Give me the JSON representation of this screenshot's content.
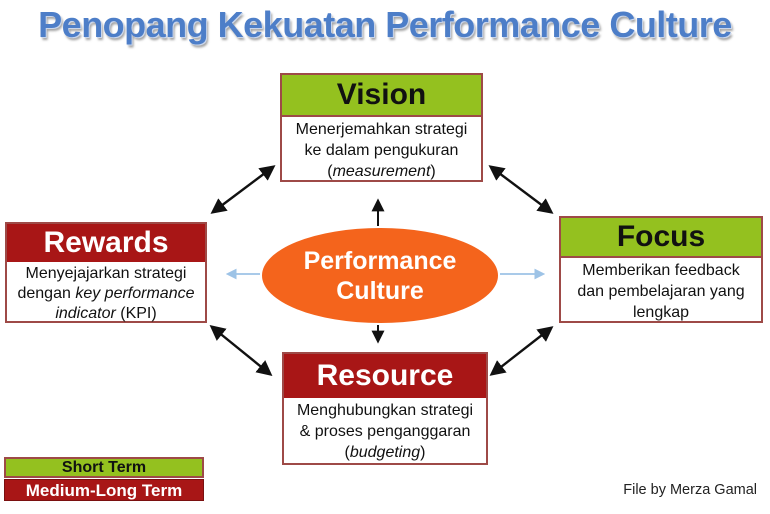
{
  "title": "Penopang Kekuatan Performance Culture",
  "center": {
    "line1": "Performance",
    "line2": "Culture"
  },
  "boxes": {
    "vision": {
      "title": "Vision",
      "l1": "Menerjemahkan strategi",
      "l2": "ke dalam pengukuran",
      "l3a": "(",
      "l3b": "measurement",
      "l3c": ")"
    },
    "rewards": {
      "title": "Rewards",
      "l1": "Menyejajarkan strategi",
      "l2a": "dengan ",
      "l2b": "key performance",
      "l3a": "indicator",
      "l3b": " (KPI)"
    },
    "focus": {
      "title": "Focus",
      "l1": "Memberikan feedback",
      "l2": "dan pembelajaran yang",
      "l3": "lengkap"
    },
    "resource": {
      "title": "Resource",
      "l1": "Menghubungkan strategi",
      "l2": "& proses penganggaran",
      "l3a": "(",
      "l3b": "budgeting",
      "l3c": ")"
    }
  },
  "legend": {
    "short": "Short Term",
    "medium_long": "Medium-Long Term"
  },
  "credit": "File by Merza Gamal",
  "colors": {
    "green": "#94C11F",
    "dark_red": "#A81616",
    "orange": "#F4641C",
    "title_blue": "#4D7EC8",
    "arrow_black": "#111111",
    "arrow_blue": "#9DC3E6",
    "box_border": "#9E4A47"
  }
}
